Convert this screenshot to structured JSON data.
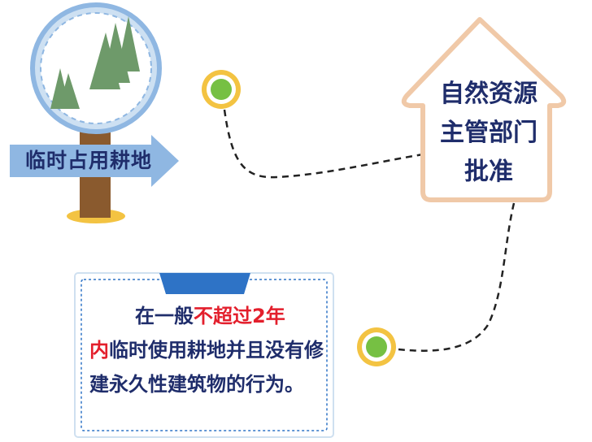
{
  "sign": {
    "arrow_label": "临时占用耕地"
  },
  "house": {
    "lines": [
      "自然资源",
      "主管部门",
      "批准"
    ]
  },
  "card": {
    "seg1": "在一般",
    "seg2_red": "不超过2年",
    "seg3_red": "内",
    "seg4": "临时使用耕地并且没有修建永久性建筑物的行为。"
  },
  "colors": {
    "navy": "#1f2d6b",
    "red": "#e31f2c",
    "blue": "#2e73c6",
    "light_blue": "#8fb7e2",
    "tree_green": "#6e9a6a",
    "dot_green": "#76c043",
    "dot_ring": "#f3c342",
    "house_border": "#f0c9a8",
    "post_brown": "#8a5a2e"
  }
}
